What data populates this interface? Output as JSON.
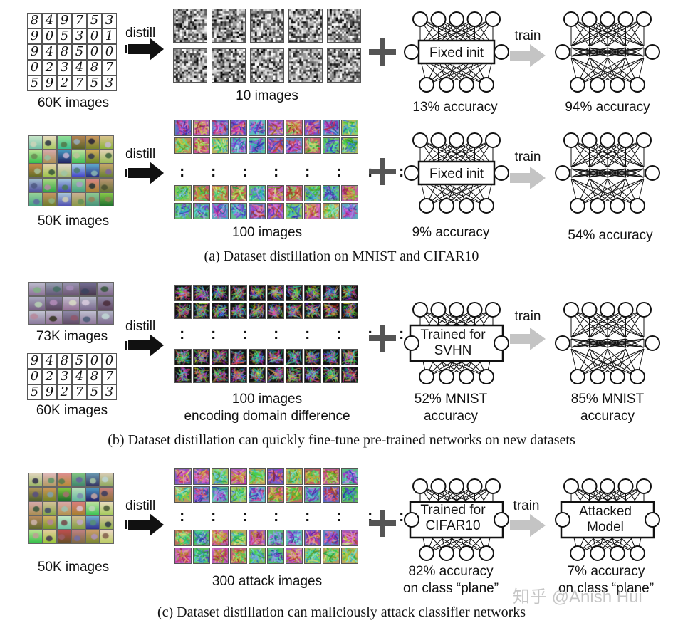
{
  "sections": {
    "a": {
      "caption": "(a) Dataset distillation on MNIST and CIFAR10",
      "rows": [
        {
          "source_label": "60K images",
          "distill_label": "distill",
          "distilled_label": "10 images",
          "net_init_label": "Fixed init",
          "train_label": "train",
          "before_accuracy": "13% accuracy",
          "after_accuracy": "94% accuracy"
        },
        {
          "source_label": "50K images",
          "distill_label": "distill",
          "distilled_label": "100 images",
          "net_init_label": "Fixed init",
          "train_label": "train",
          "before_accuracy": "9% accuracy",
          "after_accuracy": "54% accuracy"
        }
      ]
    },
    "b": {
      "caption": "(b) Dataset distillation can quickly fine-tune pre-trained networks on new datasets",
      "source_label_1": "73K images",
      "source_label_2": "60K images",
      "distill_label": "distill",
      "distilled_label_1": "100 images",
      "distilled_label_2": "encoding domain difference",
      "net_label_1": "Trained for",
      "net_label_2": "SVHN",
      "train_label": "train",
      "before_line_1": "52% MNIST",
      "before_line_2": "accuracy",
      "after_line_1": "85% MNIST",
      "after_line_2": "accuracy"
    },
    "c": {
      "caption": "(c) Dataset distillation can maliciously attack classifier networks",
      "source_label": "50K images",
      "distill_label": "distill",
      "distilled_label": "300 attack images",
      "net_label_1": "Trained for",
      "net_label_2": "CIFAR10",
      "train_label": "train",
      "attacked_label_1": "Attacked",
      "attacked_label_2": "Model",
      "before_line_1": "82% accuracy",
      "before_line_2": "on class “plane”",
      "after_line_1": "7% accuracy",
      "after_line_2": "on class “plane”"
    }
  },
  "mnist_digits": {
    "grid_a": [
      "8",
      "4",
      "9",
      "7",
      "5",
      "3",
      "9",
      "0",
      "5",
      "3",
      "0",
      "1",
      "9",
      "4",
      "8",
      "5",
      "0",
      "0",
      "0",
      "2",
      "3",
      "4",
      "8",
      "7",
      "5",
      "9",
      "2",
      "7",
      "5",
      "3"
    ],
    "grid_b": [
      "9",
      "4",
      "8",
      "5",
      "0",
      "0",
      "0",
      "2",
      "3",
      "4",
      "8",
      "7",
      "5",
      "9",
      "2",
      "7",
      "5",
      "3"
    ]
  },
  "watermark": "知乎 @Anish Hui"
}
